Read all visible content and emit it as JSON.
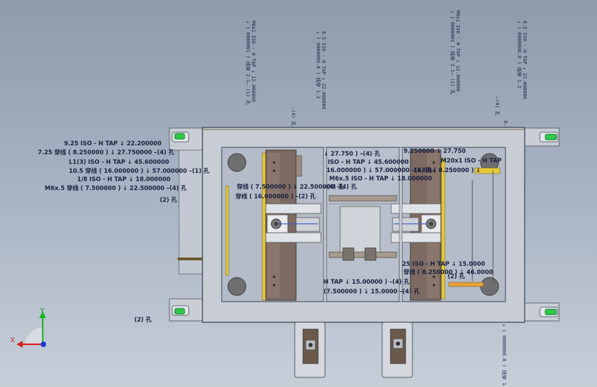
{
  "triad": {
    "x_label": "X",
    "y_label": "Y"
  },
  "callouts": {
    "left": [
      "9.25 ISO - H TAP ↓ 22.200000",
      "7.25 穿线 ( 8.250000 ) ↓ 27.750000 –(4) 孔",
      "L1(3) ISO - H TAP ↓ 45.600000",
      "10.5 穿线 ( 16.000000 ) ↓ 57.000000 –(1) 孔",
      "1/8 ISO - H TAP ↓ 18.000000",
      "M6x.5 穿线 ( 7.500000 ) ↓ 22.500000 –(4) 孔",
      "(2) 孔"
    ],
    "center": [
      "↓ 27.750 ) –(4) 孔",
      "ISO - H TAP ↓ 45.600000",
      "16.000000 ) ↓ 57.000000 –(1) 孔",
      "M6x.5 ISO - H TAP ↓ 18.000000",
      "穿线 ( 7.500000 ) ↓ 22.500000 –(4) 孔",
      "穿线 ( 16.000000 ) –(2) 孔",
      "–(4) 孔"
    ],
    "bottom": [
      "25 ISO - H TAP ↓ 15.0000",
      "穿线 ( 8.250000 ) ↓ 46.0000",
      "H TAP ↓ 15.00000 ) –(4) 孔",
      "(7.500000 ) ↓ 15.0000 –(4) 孔",
      "(2) 孔"
    ],
    "right_top": [
      "9.250000 ↓ 27.750",
      "M20x1 ISO - H TAP",
      "16.00 ( 8.250000 ) ↓"
    ],
    "vertical": [
      "↓ ) 0000001 ) 线穿 2.1– (1) 孔",
      "M6x1 ISO - H TAP ↓ 12.000000",
      "↓ ) 0000008.8 ) 线穿 1.2",
      "8.5 ISO - H TAP ↓ 22.000000",
      "–(4) 孔"
    ]
  }
}
